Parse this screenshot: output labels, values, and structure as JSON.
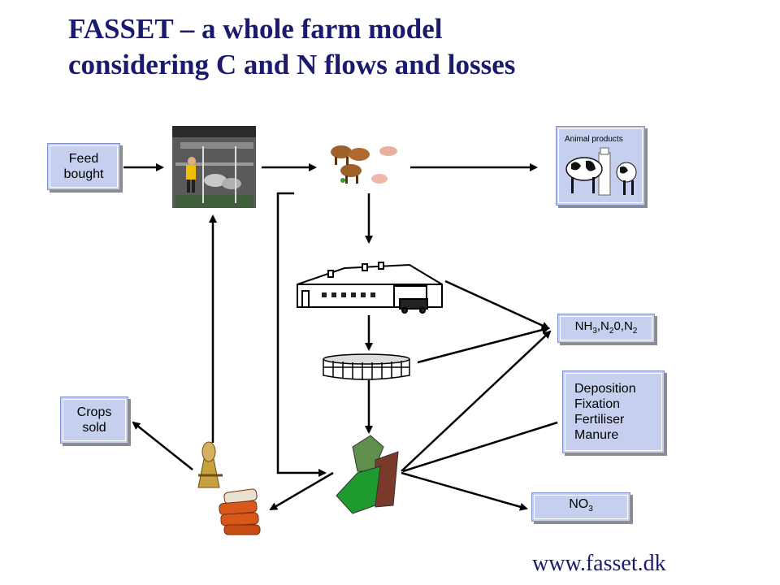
{
  "title": {
    "line1": "FASSET – a whole farm model",
    "line2": "considering C and N flows and losses"
  },
  "boxes": {
    "feed_bought": {
      "line1": "Feed",
      "line2": "bought"
    },
    "animal_products": "Animal products",
    "gases": {
      "nh": "NH",
      "nh_sub": "3",
      "n2o_a": ",N",
      "n2o_sub": "2",
      "n2o_b": "0,N",
      "n2_sub": "2"
    },
    "inputs": [
      "Deposition",
      "Fixation",
      "Fertiliser",
      "Manure"
    ],
    "crops_sold": {
      "line1": "Crops",
      "line2": "sold"
    },
    "no3": {
      "main": "NO",
      "sub": "3"
    }
  },
  "footer_url": "www.fasset.dk",
  "icons": [
    "feeding-barn-icon",
    "livestock-icon",
    "cow-milk-icon",
    "stable-building-icon",
    "manure-tank-icon",
    "field-plots-icon",
    "wheat-sheaf-icon",
    "grain-sacks-icon"
  ],
  "colors": {
    "title": "#1a1a6e",
    "box_fill": "#c6d0ee",
    "field_green": "#1e9a2e",
    "field_olive": "#5f8f4c",
    "field_brown": "#7a3a2a"
  }
}
